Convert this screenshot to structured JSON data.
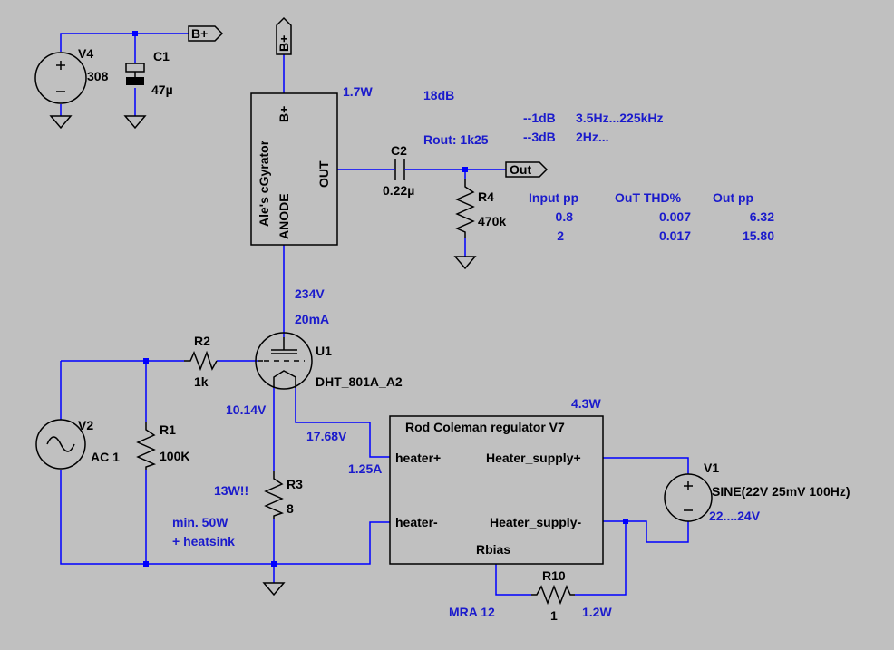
{
  "labels": {
    "v4_name": "V4",
    "v4_value": "308",
    "c1_name": "C1",
    "c1_value": "47µ",
    "bplus_top": "B+",
    "bplus_gyr": "B+",
    "gyr_pin_bplus": "B+",
    "gyr_title": "Ale's cGyrator",
    "gyr_pin_anode": "ANODE",
    "gyr_pin_out": "OUT",
    "c2_name": "C2",
    "c2_value": "0.22µ",
    "r4_name": "R4",
    "r4_value": "470k",
    "out_flag": "Out",
    "u1_name": "U1",
    "u1_value": "DHT_801A_A2",
    "r2_name": "R2",
    "r2_value": "1k",
    "v2_name": "V2",
    "v2_value": "AC 1",
    "r1_name": "R1",
    "r1_value": "100K",
    "r3_name": "R3",
    "r3_value": "8",
    "reg_title": "Rod Coleman regulator V7",
    "reg_pin_heater_plus": "heater+",
    "reg_pin_heater_minus": "heater-",
    "reg_pin_supply_plus": "Heater_supply+",
    "reg_pin_supply_minus": "Heater_supply-",
    "reg_pin_rbias": "Rbias",
    "r10_name": "R10",
    "r10_value": "1",
    "v1_name": "V1",
    "v1_value": "SINE(22V 25mV 100Hz)"
  },
  "annotations": {
    "gyr_power": "1.7W",
    "gain": "18dB",
    "rout": "Rout: 1k25",
    "bw_1db_label": "--1dB",
    "bw_1db_range": "3.5Hz...225kHz",
    "bw_3db_label": "--3dB",
    "bw_3db_range": "2Hz...",
    "anode_v": "234V",
    "anode_i": "20mA",
    "cathode_v": "10.14V",
    "heater_v": "17.68V",
    "heater_i": "1.25A",
    "r3_power": "13W!!",
    "r3_note_1": "min. 50W",
    "r3_note_2": "+ heatsink",
    "reg_power": "4.3W",
    "v1_range": "22....24V",
    "r10_part": "MRA 12",
    "r10_power": "1.2W"
  },
  "measurements": {
    "headers": [
      "Input pp",
      "OuT THD%",
      "Out pp"
    ],
    "rows": [
      [
        "0.8",
        "0.007",
        "6.32"
      ],
      [
        "2",
        "0.017",
        "15.80"
      ]
    ]
  }
}
